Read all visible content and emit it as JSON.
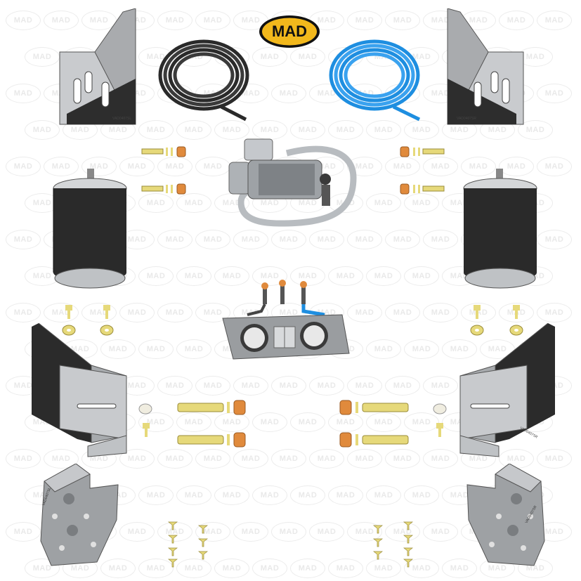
{
  "brand": {
    "logo_text": "MAD",
    "watermark_text": "MAD",
    "logo_color": "#f2b81c"
  },
  "parts": {
    "brackets_top": {
      "name": "upper-mounting-bracket",
      "count": 2,
      "part_label_left": "VAD0407SL",
      "part_label_right": "VAD0407SR"
    },
    "hose_black": {
      "name": "black-air-hose-coil",
      "color": "#2a2a2a"
    },
    "hose_blue": {
      "name": "blue-air-hose-coil",
      "color": "#1e8ee0"
    },
    "compressor": {
      "name": "air-compressor"
    },
    "air_springs": {
      "name": "air-spring-bellows",
      "count": 2
    },
    "gauge_panel": {
      "name": "dual-gauge-control-panel"
    },
    "brackets_lower": {
      "name": "lower-mounting-bracket",
      "count": 2,
      "part_label_right": "VAD0407SR"
    },
    "base_plates": {
      "name": "base-plate",
      "count": 2,
      "part_label_left": "VAD0407SL",
      "part_label_right": "VAD0407SR"
    },
    "bolts": {
      "name": "bolt-set"
    },
    "screws": {
      "name": "screw-set"
    }
  },
  "colors": {
    "steel_light": "#c8cacd",
    "steel_dark": "#2b2b2b",
    "brass": "#e6d97a",
    "copper": "#e08a3c"
  }
}
